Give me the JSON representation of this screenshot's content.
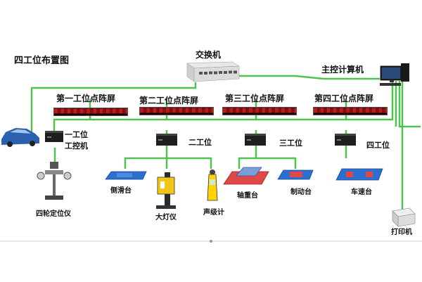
{
  "diagram": {
    "title": "四工位布置图",
    "colors": {
      "line": "#4fc24f",
      "led_bg": "#1a0202",
      "led_text": "#e02020"
    },
    "nodes": {
      "switch": {
        "label": "交换机"
      },
      "main_computer": {
        "label": "主控计算机"
      },
      "screen1": {
        "label": "第一工位点阵屏"
      },
      "screen2": {
        "label": "第二工位点阵屏"
      },
      "screen3": {
        "label": "第三工位点阵屏"
      },
      "screen4": {
        "label": "第四工位点阵屏"
      },
      "station1_pc": {
        "label_line1": "一工位",
        "label_line2": "工控机"
      },
      "station2_pc": {
        "label": "二工位"
      },
      "station3_pc": {
        "label": "三工位"
      },
      "station4_pc": {
        "label": "四工位"
      },
      "side_slip": {
        "label": "侧滑台"
      },
      "headlight": {
        "label": "大灯仪"
      },
      "sound_meter": {
        "label": "声级计"
      },
      "axle_weight": {
        "label": "轴重台"
      },
      "brake": {
        "label": "制动台"
      },
      "speed": {
        "label": "车速台"
      },
      "wheel_aligner": {
        "label": "四轮定位仪"
      },
      "printer": {
        "label": "打印机"
      }
    }
  }
}
